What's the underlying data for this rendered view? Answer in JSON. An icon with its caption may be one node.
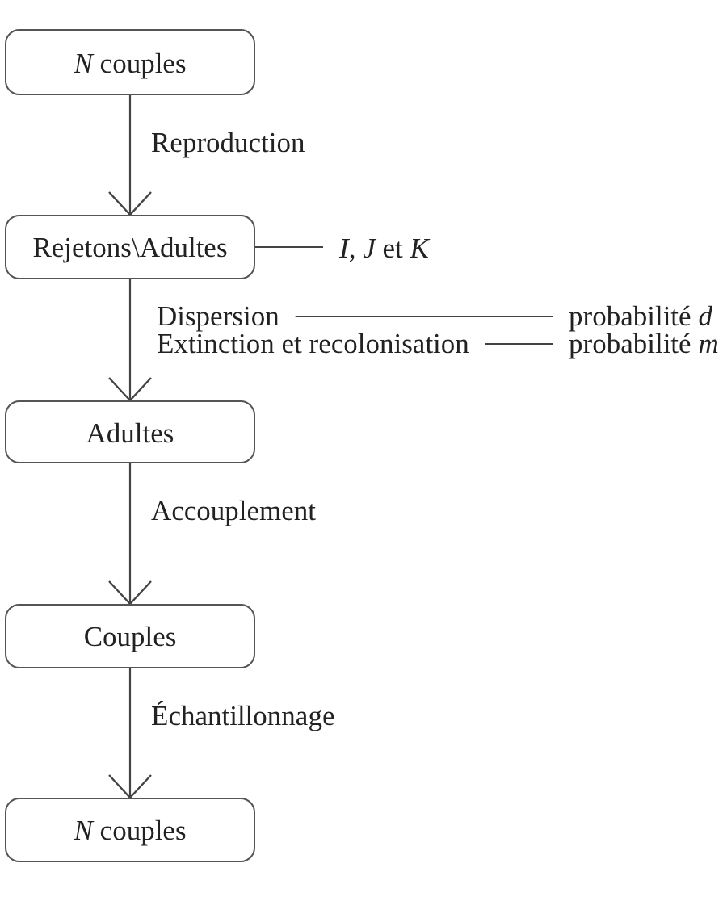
{
  "diagram": {
    "nodes": [
      {
        "text": [
          "*N* couples"
        ]
      },
      {
        "text": [
          "Rejetons\\Adultes"
        ]
      },
      {
        "text": [
          "*I*, *J* et *K*"
        ]
      },
      {
        "text": [
          "Dispersion"
        ]
      },
      {
        "text": [
          "probabilité *d*"
        ]
      },
      {
        "text": [
          "Extinction et recolonisation"
        ]
      },
      {
        "text": [
          "probabilité *m*"
        ]
      },
      {
        "text": [
          "Adultes"
        ]
      },
      {
        "text": [
          "Couples"
        ]
      },
      {
        "text": [
          "*N* couples"
        ]
      }
    ],
    "edges": [
      {
        "from": 0,
        "to": 1,
        "arrow": "to",
        "label": "Reproduction"
      },
      {
        "from": 1,
        "to": 2,
        "arrow": "none"
      },
      {
        "from": 1,
        "to": 7,
        "arrow": "to"
      },
      {
        "from": 3,
        "to": 4,
        "arrow": "none"
      },
      {
        "from": 5,
        "to": 6,
        "arrow": "none"
      },
      {
        "from": 7,
        "to": 8,
        "arrow": "to",
        "label": "Accouplement"
      },
      {
        "from": 8,
        "to": 9,
        "arrow": "to",
        "label": "Échantillonnage"
      }
    ]
  }
}
